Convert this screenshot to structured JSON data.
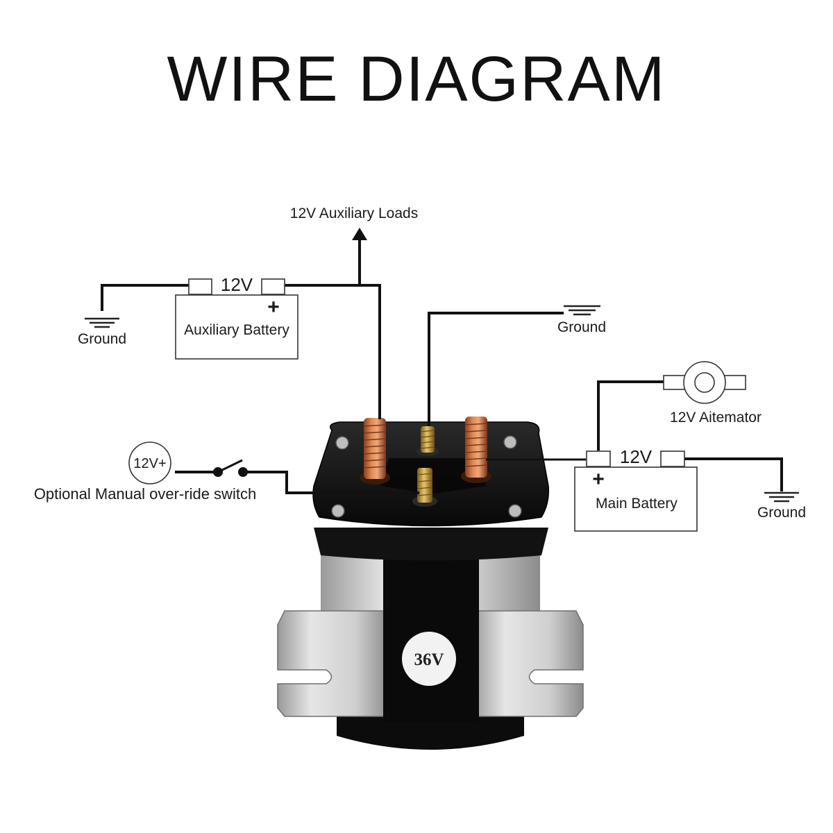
{
  "title": "WIRE DIAGRAM",
  "labels": {
    "aux_loads": "12V Auxiliary Loads",
    "aux_battery_voltage": "12V",
    "aux_battery_plus": "+",
    "aux_battery_name": "Auxiliary Battery",
    "ground_left": "Ground",
    "ground_top": "Ground",
    "ground_right": "Ground",
    "alternator": "12V Aitemator",
    "main_battery_voltage": "12V",
    "main_battery_plus": "+",
    "main_battery_name": "Main Battery",
    "switch_supply": "12V+",
    "switch_label": "Optional Manual over-ride switch",
    "solenoid_rating": "36V"
  },
  "colors": {
    "wire": "#111111",
    "solenoid_body": "#0e0e0e",
    "copper_stud": "#c9713f",
    "brass_stud": "#c9a24a",
    "bracket": "#b8b8b8"
  }
}
